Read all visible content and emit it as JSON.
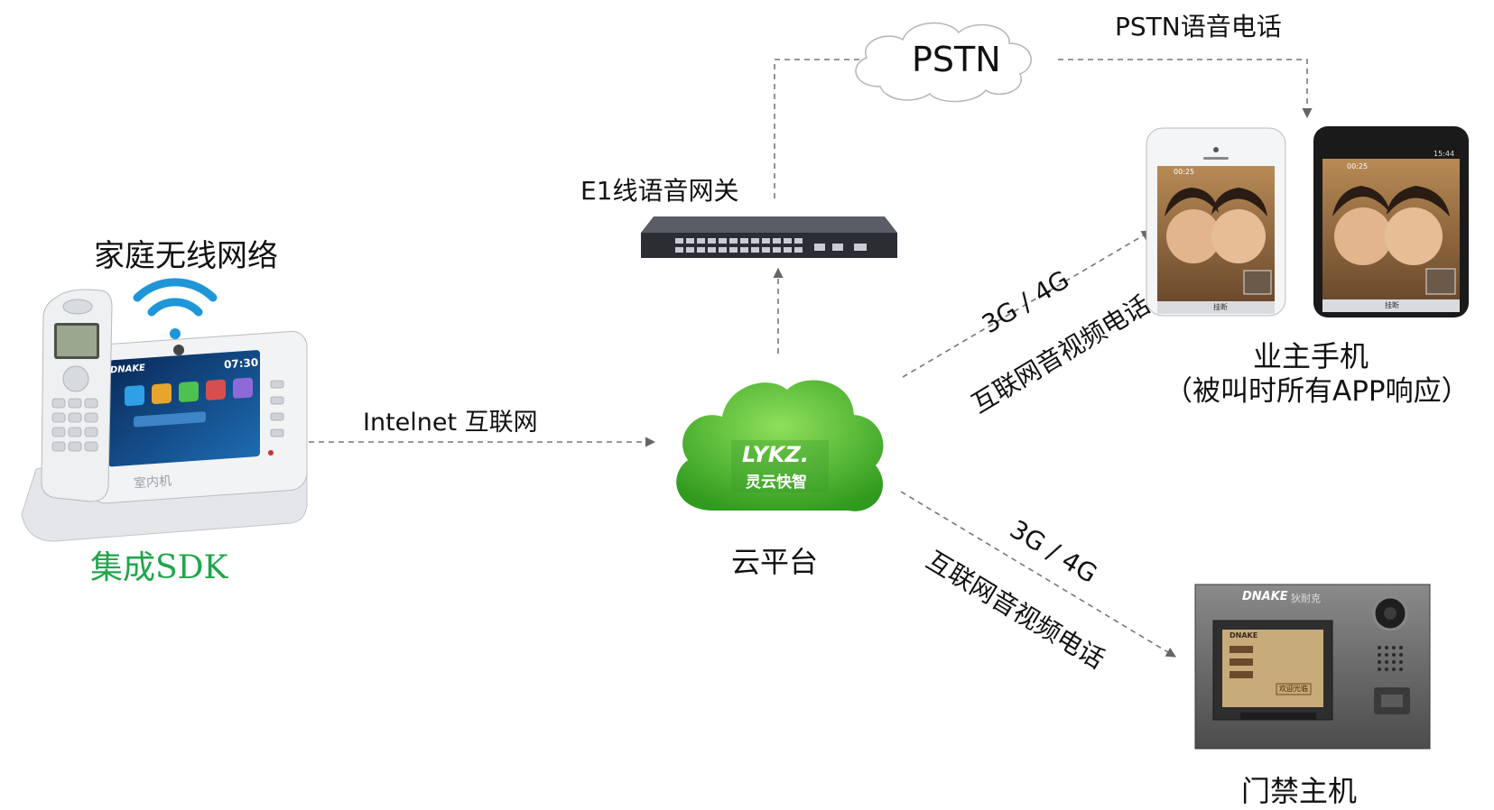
{
  "labels": {
    "home_wifi": "家庭无线网络",
    "sdk": "集成SDK",
    "internet": "Intelnet 互联网",
    "cloud": "云平台",
    "gateway": "E1线语音网关",
    "pstn": "PSTN",
    "pstn_call": "PSTN语音电话",
    "net_speed_top": "3G / 4G",
    "av_call_top": "互联网音视频电话",
    "owner_phone": "业主手机",
    "owner_phone_note": "（被叫时所有APP响应）",
    "net_speed_bottom": "3G / 4G",
    "av_call_bottom": "互联网音视频电话",
    "door_station": "门禁主机"
  },
  "device_text": {
    "indoor_brand": "DNAKE",
    "indoor_time": "07:30",
    "indoor_caption": "室内机",
    "cloud_logo": "LYKZ.",
    "cloud_brand": "灵云快智",
    "door_brand": "DNAKE",
    "door_brand_sub": "狄耐克",
    "door_screen_brand": "DNAKE",
    "door_screen_caption": "欢迎光临",
    "phone_call_time_1": "00:25",
    "phone_call_time_2": "00:25",
    "phone_status_time": "15:44",
    "phone_hangup_1": "挂断",
    "phone_hangup_2": "挂断"
  },
  "colors": {
    "arrow": "#666666",
    "cloud_green": "#4db82e",
    "sdk_green": "#1fa64a",
    "wifi_blue": "#1e96d8"
  }
}
